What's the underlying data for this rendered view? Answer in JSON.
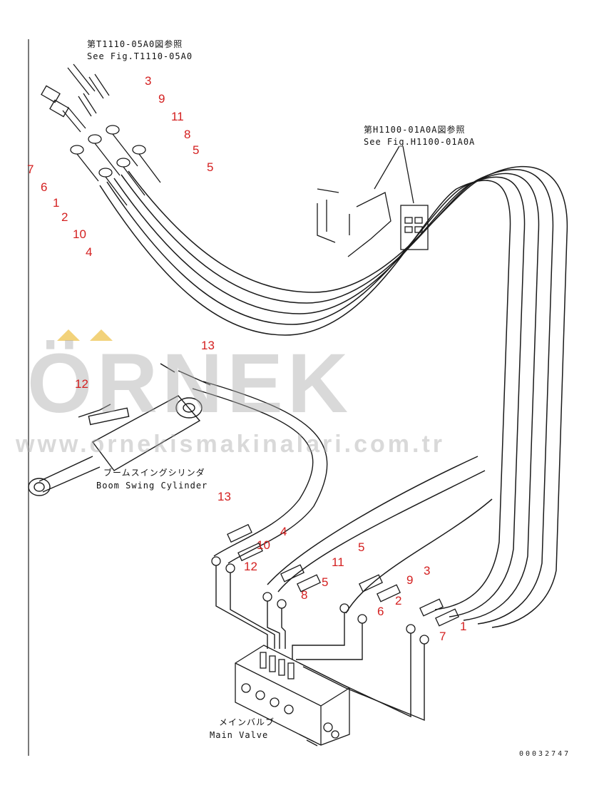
{
  "refs": {
    "top_left_jp": "第T1110-05A0図参照",
    "top_left_en": "See Fig.T1110-05A0",
    "top_right_jp": "第H1100-01A0A図参照",
    "top_right_en": "See Fig.H1100-01A0A"
  },
  "captions": {
    "cylinder_jp": "ブームスイングシリンダ",
    "cylinder_en": "Boom Swing Cylinder",
    "valve_jp": "メインバルブ",
    "valve_en": "Main Valve"
  },
  "watermark": {
    "brand": "ÖRNEK",
    "url": "www.ornekismakinalari.com.tr",
    "accent_color": "#f2d27a"
  },
  "part_numbers": {
    "top": [
      "3",
      "9",
      "11",
      "8",
      "5",
      "5",
      "7",
      "6",
      "1",
      "2",
      "10",
      "4"
    ],
    "middle": [
      "13",
      "12"
    ],
    "lower": [
      "13",
      "4",
      "10",
      "12",
      "5",
      "11",
      "8",
      "5",
      "9",
      "3",
      "2",
      "6",
      "7",
      "1"
    ]
  },
  "doc_number": "00032747",
  "colors": {
    "line": "#1a1a1a",
    "label": "#d42020",
    "watermark": "#aaaaaa"
  }
}
